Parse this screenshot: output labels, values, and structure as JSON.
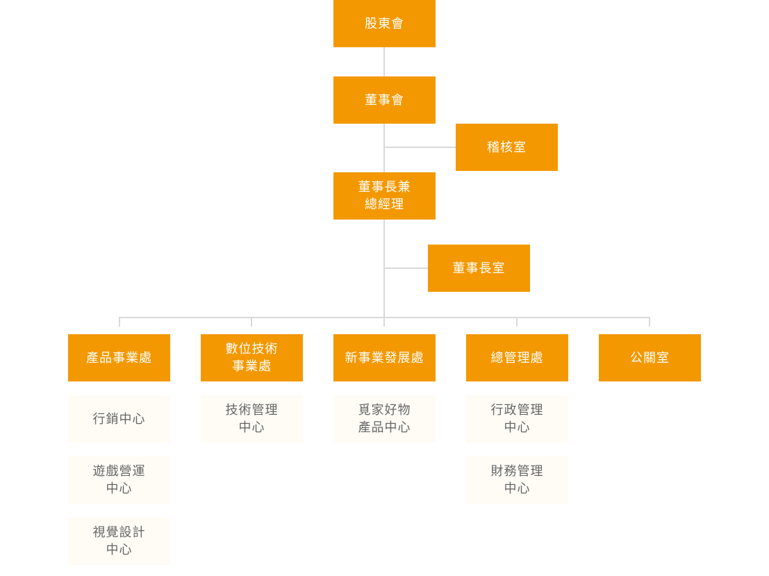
{
  "org_chart": {
    "shareholders": "股東會",
    "board": "董事會",
    "audit_office": "稽核室",
    "chairman_gm": "董事長兼\n總經理",
    "chairman_office": "董事長室",
    "divisions": [
      {
        "name": "產品事業處",
        "units": [
          "行銷中心",
          "遊戲營運\n中心",
          "視覺設計\n中心"
        ]
      },
      {
        "name": "數位技術\n事業處",
        "units": [
          "技術管理\n中心"
        ]
      },
      {
        "name": "新事業發展處",
        "units": [
          "覓家好物\n產品中心"
        ]
      },
      {
        "name": "總管理處",
        "units": [
          "行政管理\n中心",
          "財務管理\n中心"
        ]
      },
      {
        "name": "公關室",
        "units": []
      }
    ]
  },
  "colors": {
    "primary_box": "#f39800",
    "primary_text": "#ffffff",
    "sub_box": "#fffcf6",
    "sub_text": "#666666",
    "connector": "#d9d9d9"
  }
}
